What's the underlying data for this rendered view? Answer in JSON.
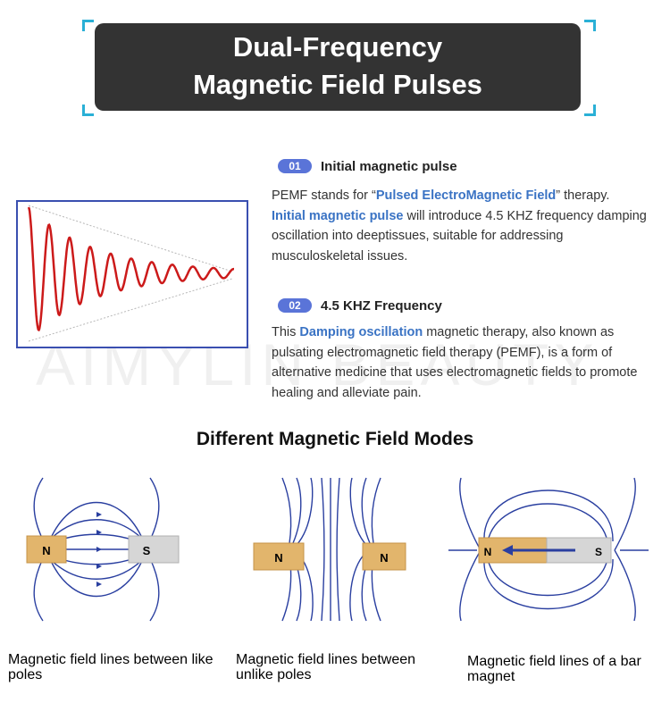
{
  "banner": {
    "line1": "Dual-Frequency",
    "line2": "Magnetic Field Pulses"
  },
  "watermark": "AIMYLIN BEAUTY",
  "section1": {
    "number": "01",
    "title": "Initial magnetic pulse",
    "text_a": "PEMF stands for “",
    "hl_a": "Pulsed ElectroMagnetic Field",
    "text_b": "”  therapy.",
    "hl_b": "Initial magnetic pulse",
    "text_c": " will introduce 4.5 KHZ frequency damping oscillation into deeptissues, suitable for addressing musculoskeletal issues."
  },
  "section2": {
    "number": "02",
    "title": "4.5 KHZ Frequency",
    "text_a": "This ",
    "hl_a": "Damping oscillation",
    "text_b": " magnetic therapy, also known as pulsating electromagnetic field therapy (PEMF), is a form of alternative medicine that uses electromagnetic fields to promote healing and alleviate pain."
  },
  "modes": {
    "title": "Different Magnetic Field Modes",
    "captions": [
      "Magnetic field lines between like poles",
      "Magnetic field lines between unlike poles",
      "Magnetic field lines of a bar magnet"
    ],
    "labels": {
      "n": "N",
      "s": "S"
    }
  },
  "colors": {
    "banner_bg": "#333333",
    "accent": "#3a73c4",
    "pill": "#5a74d8",
    "wave": "#cc1a1a",
    "field_line": "#2a3fa0",
    "n_pole": "#e2b56c",
    "s_pole": "#d6d6d6"
  }
}
